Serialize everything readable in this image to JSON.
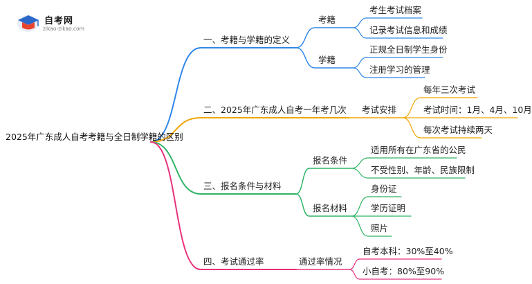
{
  "logo": {
    "name": "自考网",
    "url": "zikao-zikao.com"
  },
  "mindmap": {
    "root": "2025年广东成人自考考籍与全日制学籍的区别",
    "colors": {
      "blue": "#2f86e8",
      "orange": "#f0a500",
      "green": "#2fb565",
      "pink": "#e8307c"
    },
    "branches": [
      {
        "label": "一、考籍与学籍的定义",
        "color": "blue",
        "children": [
          {
            "label": "考籍",
            "children": [
              "考生考试档案",
              "记录考试信息和成绩"
            ]
          },
          {
            "label": "学籍",
            "children": [
              "正规全日制学生身份",
              "注册学习的管理"
            ]
          }
        ]
      },
      {
        "label": "二、2025年广东成人自考一年考几次",
        "color": "orange",
        "children": [
          {
            "label": "考试安排",
            "children": [
              "每年三次考试",
              "考试时间：1月、4月、10月",
              "每次考试持续两天"
            ]
          }
        ]
      },
      {
        "label": "三、报名条件与材料",
        "color": "green",
        "children": [
          {
            "label": "报名条件",
            "children": [
              "适用所有在广东省的公民",
              "不受性别、年龄、民族限制"
            ]
          },
          {
            "label": "报名材料",
            "children": [
              "身份证",
              "学历证明",
              "照片"
            ]
          }
        ]
      },
      {
        "label": "四、考试通过率",
        "color": "pink",
        "children": [
          {
            "label": "通过率情况",
            "children": [
              "自考本科：30%至40%",
              "小自考：80%至90%"
            ]
          }
        ]
      }
    ]
  }
}
